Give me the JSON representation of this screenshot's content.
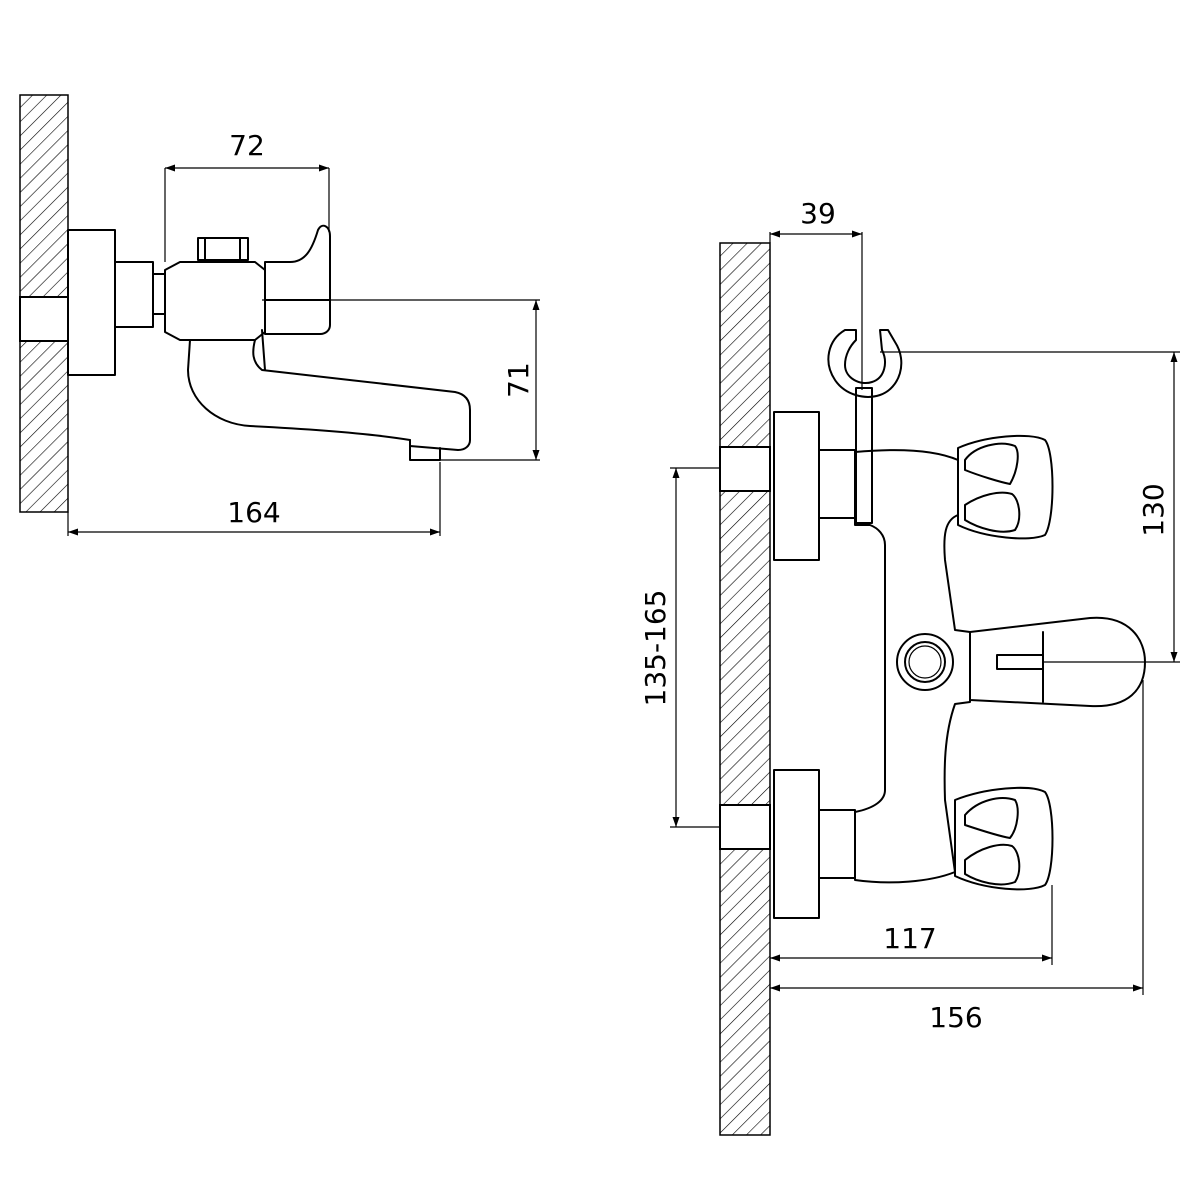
{
  "drawing": {
    "left_view": {
      "dim_top": "72",
      "dim_right": "71",
      "dim_bottom": "164"
    },
    "right_view": {
      "dim_top": "39",
      "dim_right": "130",
      "dim_left": "135-165",
      "dim_bottom_inner": "117",
      "dim_bottom_outer": "156"
    }
  }
}
